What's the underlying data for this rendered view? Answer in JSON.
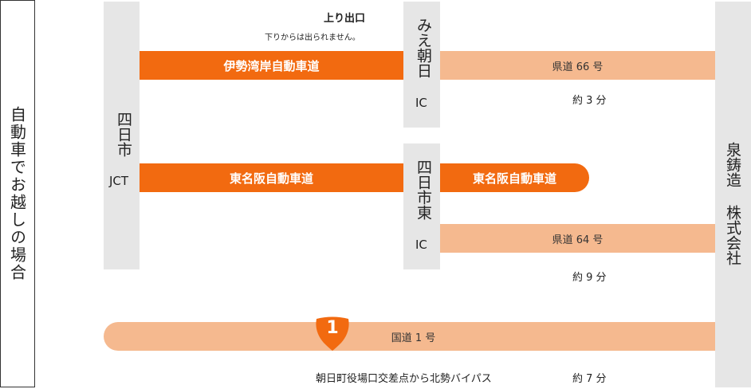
{
  "side_title": "自動車でお越しの場合",
  "company": "泉鋳造 株式会社",
  "junction_left": {
    "name": "四日市",
    "type": "JCT"
  },
  "ic_top": {
    "name": "みえ朝日",
    "type": "IC"
  },
  "ic_mid": {
    "name": "四日市東",
    "type": "IC"
  },
  "notice": {
    "title": "上り出口",
    "detail": "下りからは出られません。"
  },
  "roads": {
    "isewan": "伊勢湾岸自動車道",
    "tomei_left": "東名阪自動車道",
    "tomei_right": "東名阪自動車道",
    "pref66": "県道 66 号",
    "pref64": "県道 64 号",
    "route1": "国道 1 号",
    "route1_badge": "1"
  },
  "times": {
    "t66": "約 3 分",
    "t64": "約 9 分",
    "t1": "約 7 分"
  },
  "route1_note": "朝日町役場口交差点から北勢バイパス",
  "colors": {
    "dark_road": "#f26a10",
    "light_road": "#f5b98f",
    "column": "#e6e6e6"
  }
}
